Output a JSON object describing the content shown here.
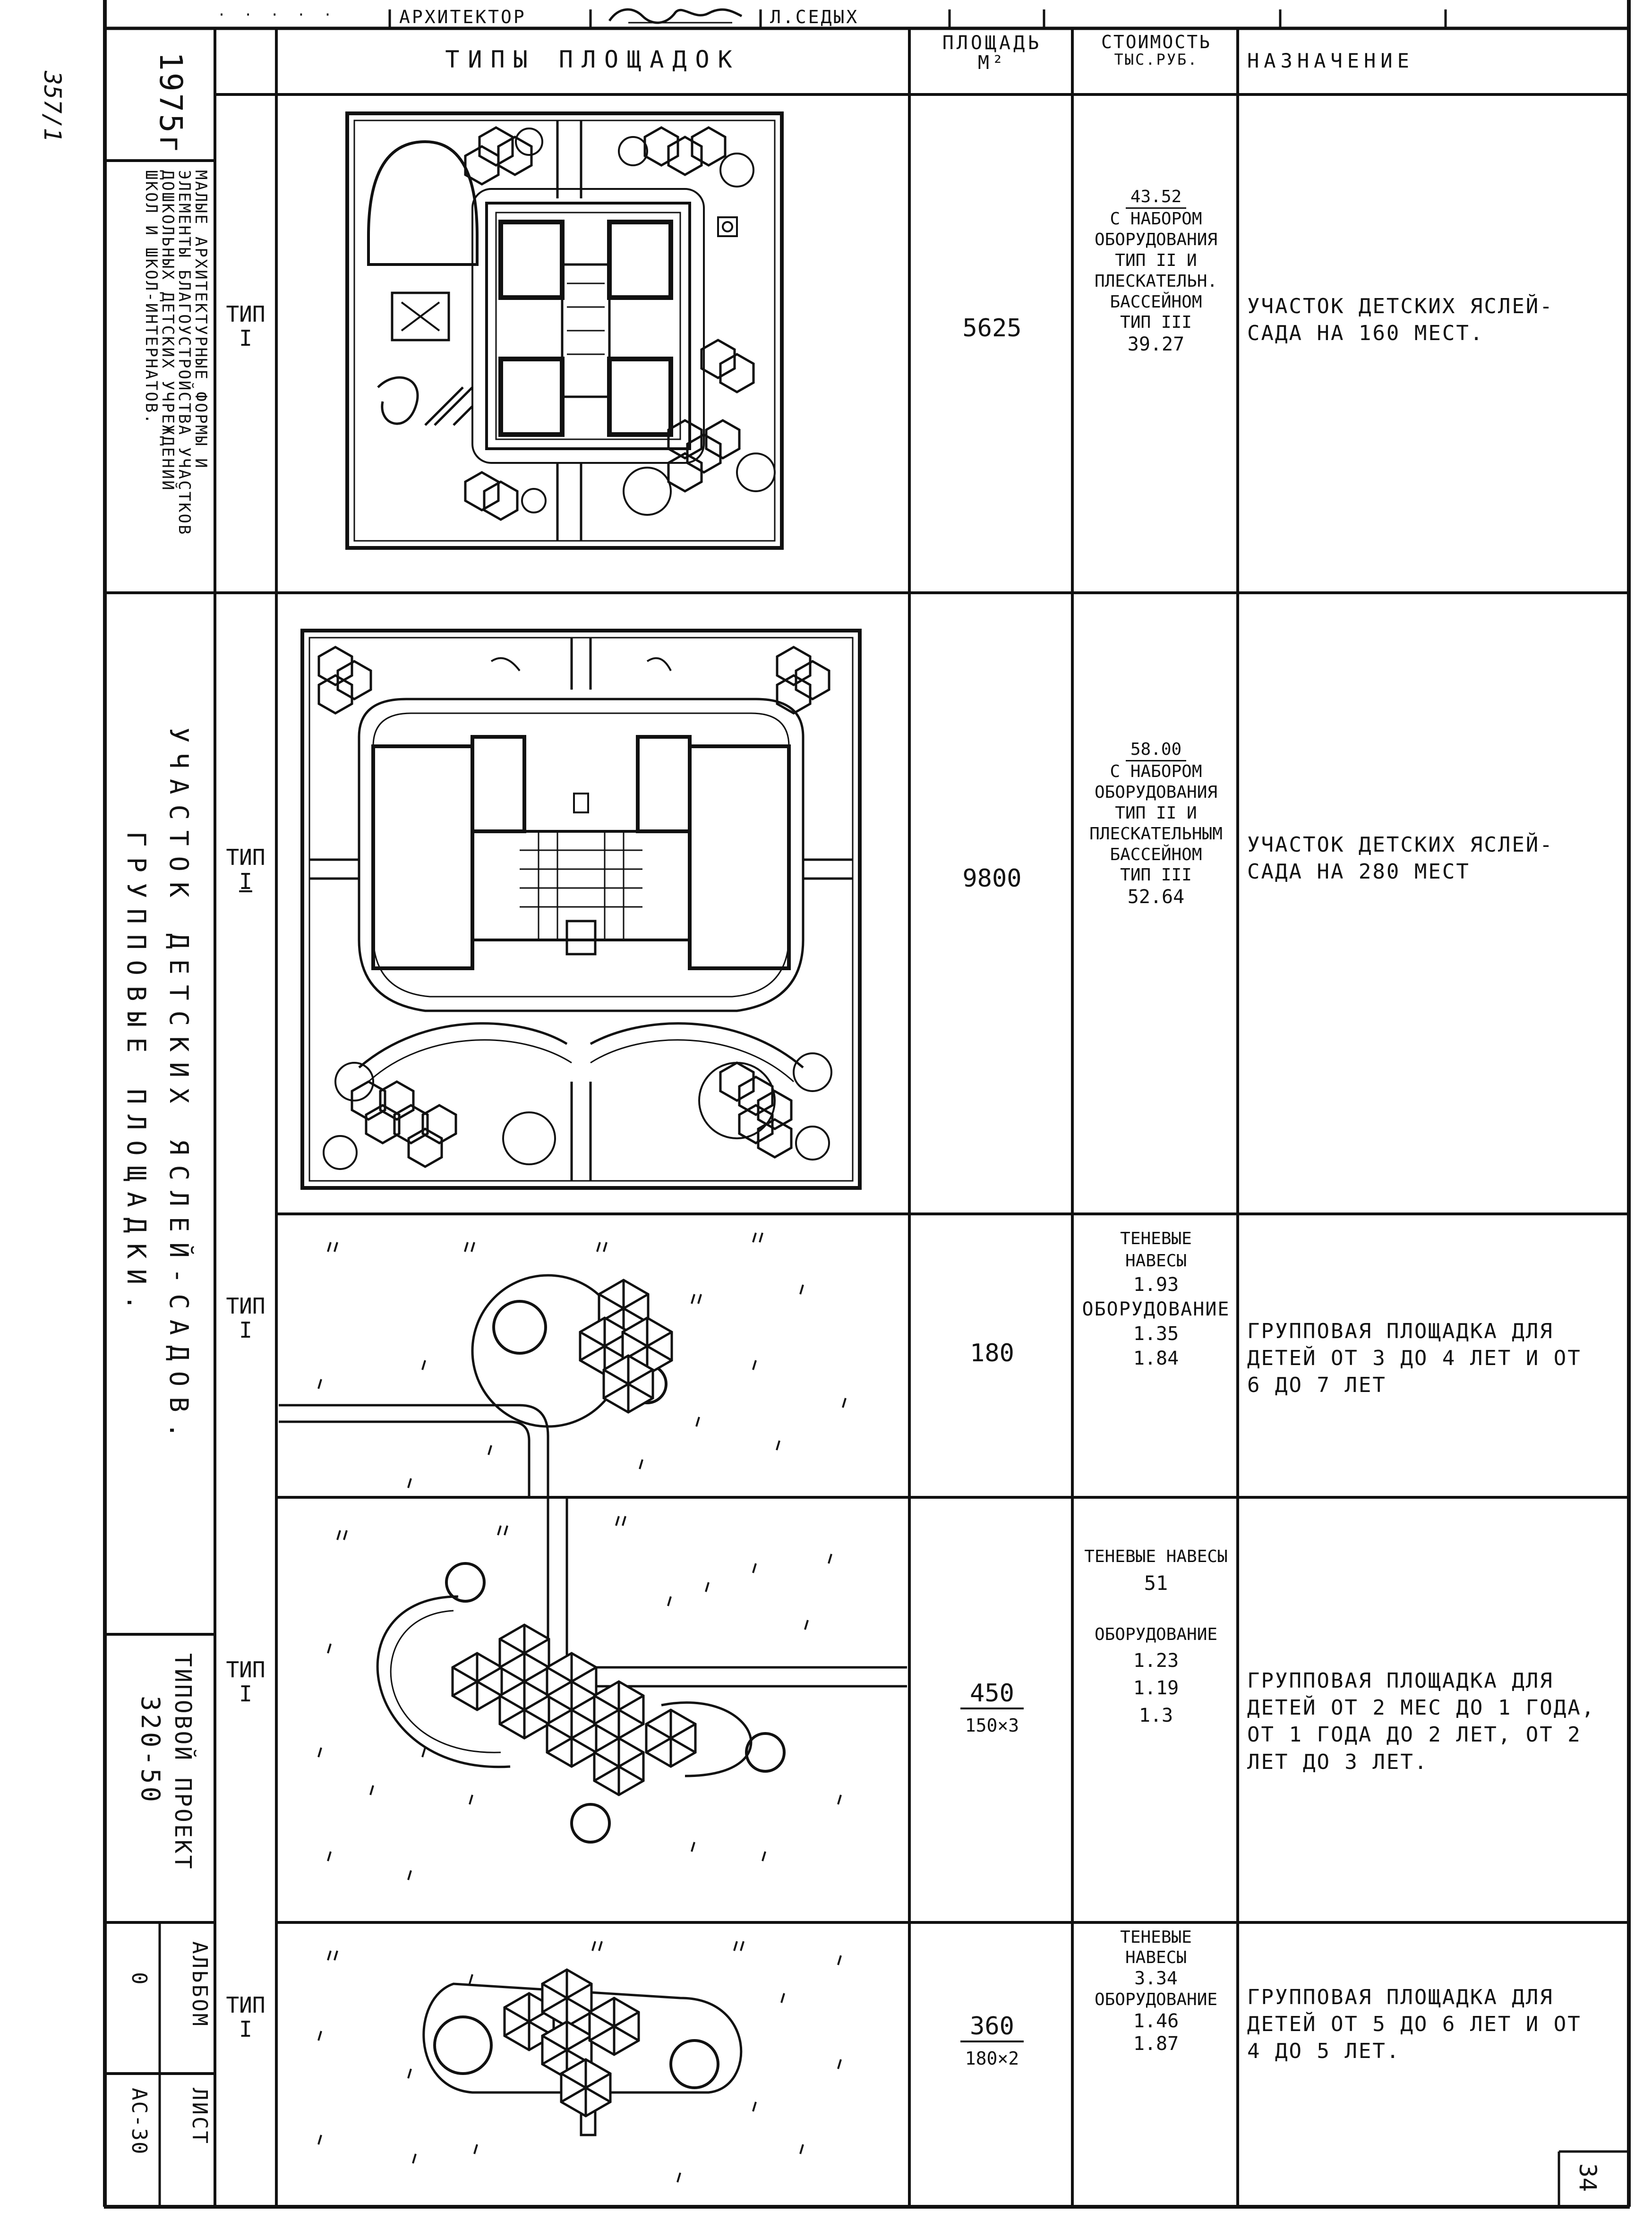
{
  "topstrip": {
    "left": ". . . . .",
    "architect_label": "АРХИТЕКТОР",
    "architect_name": "Л.СЕДЫХ"
  },
  "margin_note": "357/1",
  "sidebar": {
    "year": "1975г",
    "topic": "МАЛЫЕ АРХИТЕКТУРНЫЕ ФОРМЫ И ЭЛЕМЕНТЫ БЛАГОУСТРОЙСТВА УЧАСТКОВ ДОШКОЛЬНЫХ ДЕТСКИХ УЧРЕЖДЕНИЙ ШКОЛ И ШКОЛ-ИНТЕРНАТОВ.",
    "topic_lines": [
      "МАЛЫЕ АРХИТЕКТУРНЫЕ ФОРМЫ И",
      "ЭЛЕМЕНТЫ БЛАГОУСТРОЙСТВА УЧАСТКОВ",
      "ДОШКОЛЬНЫХ ДЕТСКИХ УЧРЕЖДЕНИЙ",
      "ШКОЛ И ШКОЛ-ИНТЕРНАТОВ."
    ],
    "section_line1": "УЧАСТОК ДЕТСКИХ ЯСЛЕЙ-САДОВ.",
    "section_line2": "ГРУППОВЫЕ ПЛОЩАДКИ.",
    "project_line1": "ТИПОВОЙ ПРОЕКТ",
    "project_line2": "320-50",
    "album_label": "АЛЬБОМ",
    "album_value": "0",
    "sheet_label": "ЛИСТ",
    "sheet_value": "АС-30"
  },
  "columns": {
    "types": "ТИПЫ ПЛОЩАДОК",
    "area_line1": "ПЛОЩАДЬ",
    "area_line2": "М²",
    "cost_line1": "СТОИМОСТЬ",
    "cost_line2": "ТЫС.РУБ.",
    "purpose": "НАЗНАЧЕНИЕ"
  },
  "rows": [
    {
      "type_label": "ТИП",
      "type_num": "I",
      "area": "5625",
      "cost_top": "43.52",
      "cost_lines": [
        "С НАБОРОМ",
        "ОБОРУДОВАНИЯ",
        "ТИП II И",
        "ПЛЕСКАТЕЛЬН.",
        "БАССЕЙНОМ",
        "ТИП III",
        "39.27"
      ],
      "purpose": "УЧАСТОК ДЕТСКИХ ЯСЛЕЙ-САДА НА 160 МЕСТ."
    },
    {
      "type_label": "ТИП",
      "type_num": "I",
      "area": "9800",
      "cost_top": "58.00",
      "cost_lines": [
        "С НАБОРОМ",
        "ОБОРУДОВАНИЯ",
        "ТИП II И",
        "ПЛЕСКАТЕЛЬНЫМ",
        "БАССЕЙНОМ",
        "ТИП III",
        "52.64"
      ],
      "purpose": "УЧАСТОК ДЕТСКИХ ЯСЛЕЙ-САДА НА 280 МЕСТ"
    },
    {
      "type_label": "ТИП",
      "type_num": "I",
      "area": "180",
      "cost_lines": [
        "ТЕНЕВЫЕ",
        "НАВЕСЫ",
        "1.93",
        "ОБОРУДОВАНИЕ",
        "1.35",
        "1.84"
      ],
      "purpose": "ГРУППОВАЯ ПЛОЩАДКА ДЛЯ ДЕТЕЙ ОТ 3 ДО 4 ЛЕТ И ОТ 6 ДО 7 ЛЕТ"
    },
    {
      "type_label": "ТИП",
      "type_num": "I",
      "area": "450",
      "area_sub": "150×3",
      "cost_lines": [
        "ТЕНЕВЫЕ НАВЕСЫ",
        "51",
        "ОБОРУДОВАНИЕ",
        "1.23",
        "1.19",
        "1.3"
      ],
      "purpose": "ГРУППОВАЯ ПЛОЩАДКА ДЛЯ ДЕТЕЙ ОТ 2 МЕС ДО 1 ГОДА, ОТ 1 ГОДА ДО 2 ЛЕТ, ОТ 2 ЛЕТ ДО 3 ЛЕТ."
    },
    {
      "type_label": "ТИП",
      "type_num": "I",
      "area": "360",
      "area_sub": "180×2",
      "cost_lines": [
        "ТЕНЕВЫЕ",
        "НАВЕСЫ",
        "3.34",
        "ОБОРУДОВАНИЕ",
        "1.46",
        "1.87"
      ],
      "purpose": "ГРУППОВАЯ ПЛОЩАДКА ДЛЯ ДЕТЕЙ ОТ 5 ДО 6 ЛЕТ И ОТ 4 ДО 5 ЛЕТ."
    }
  ],
  "page_number": "34"
}
